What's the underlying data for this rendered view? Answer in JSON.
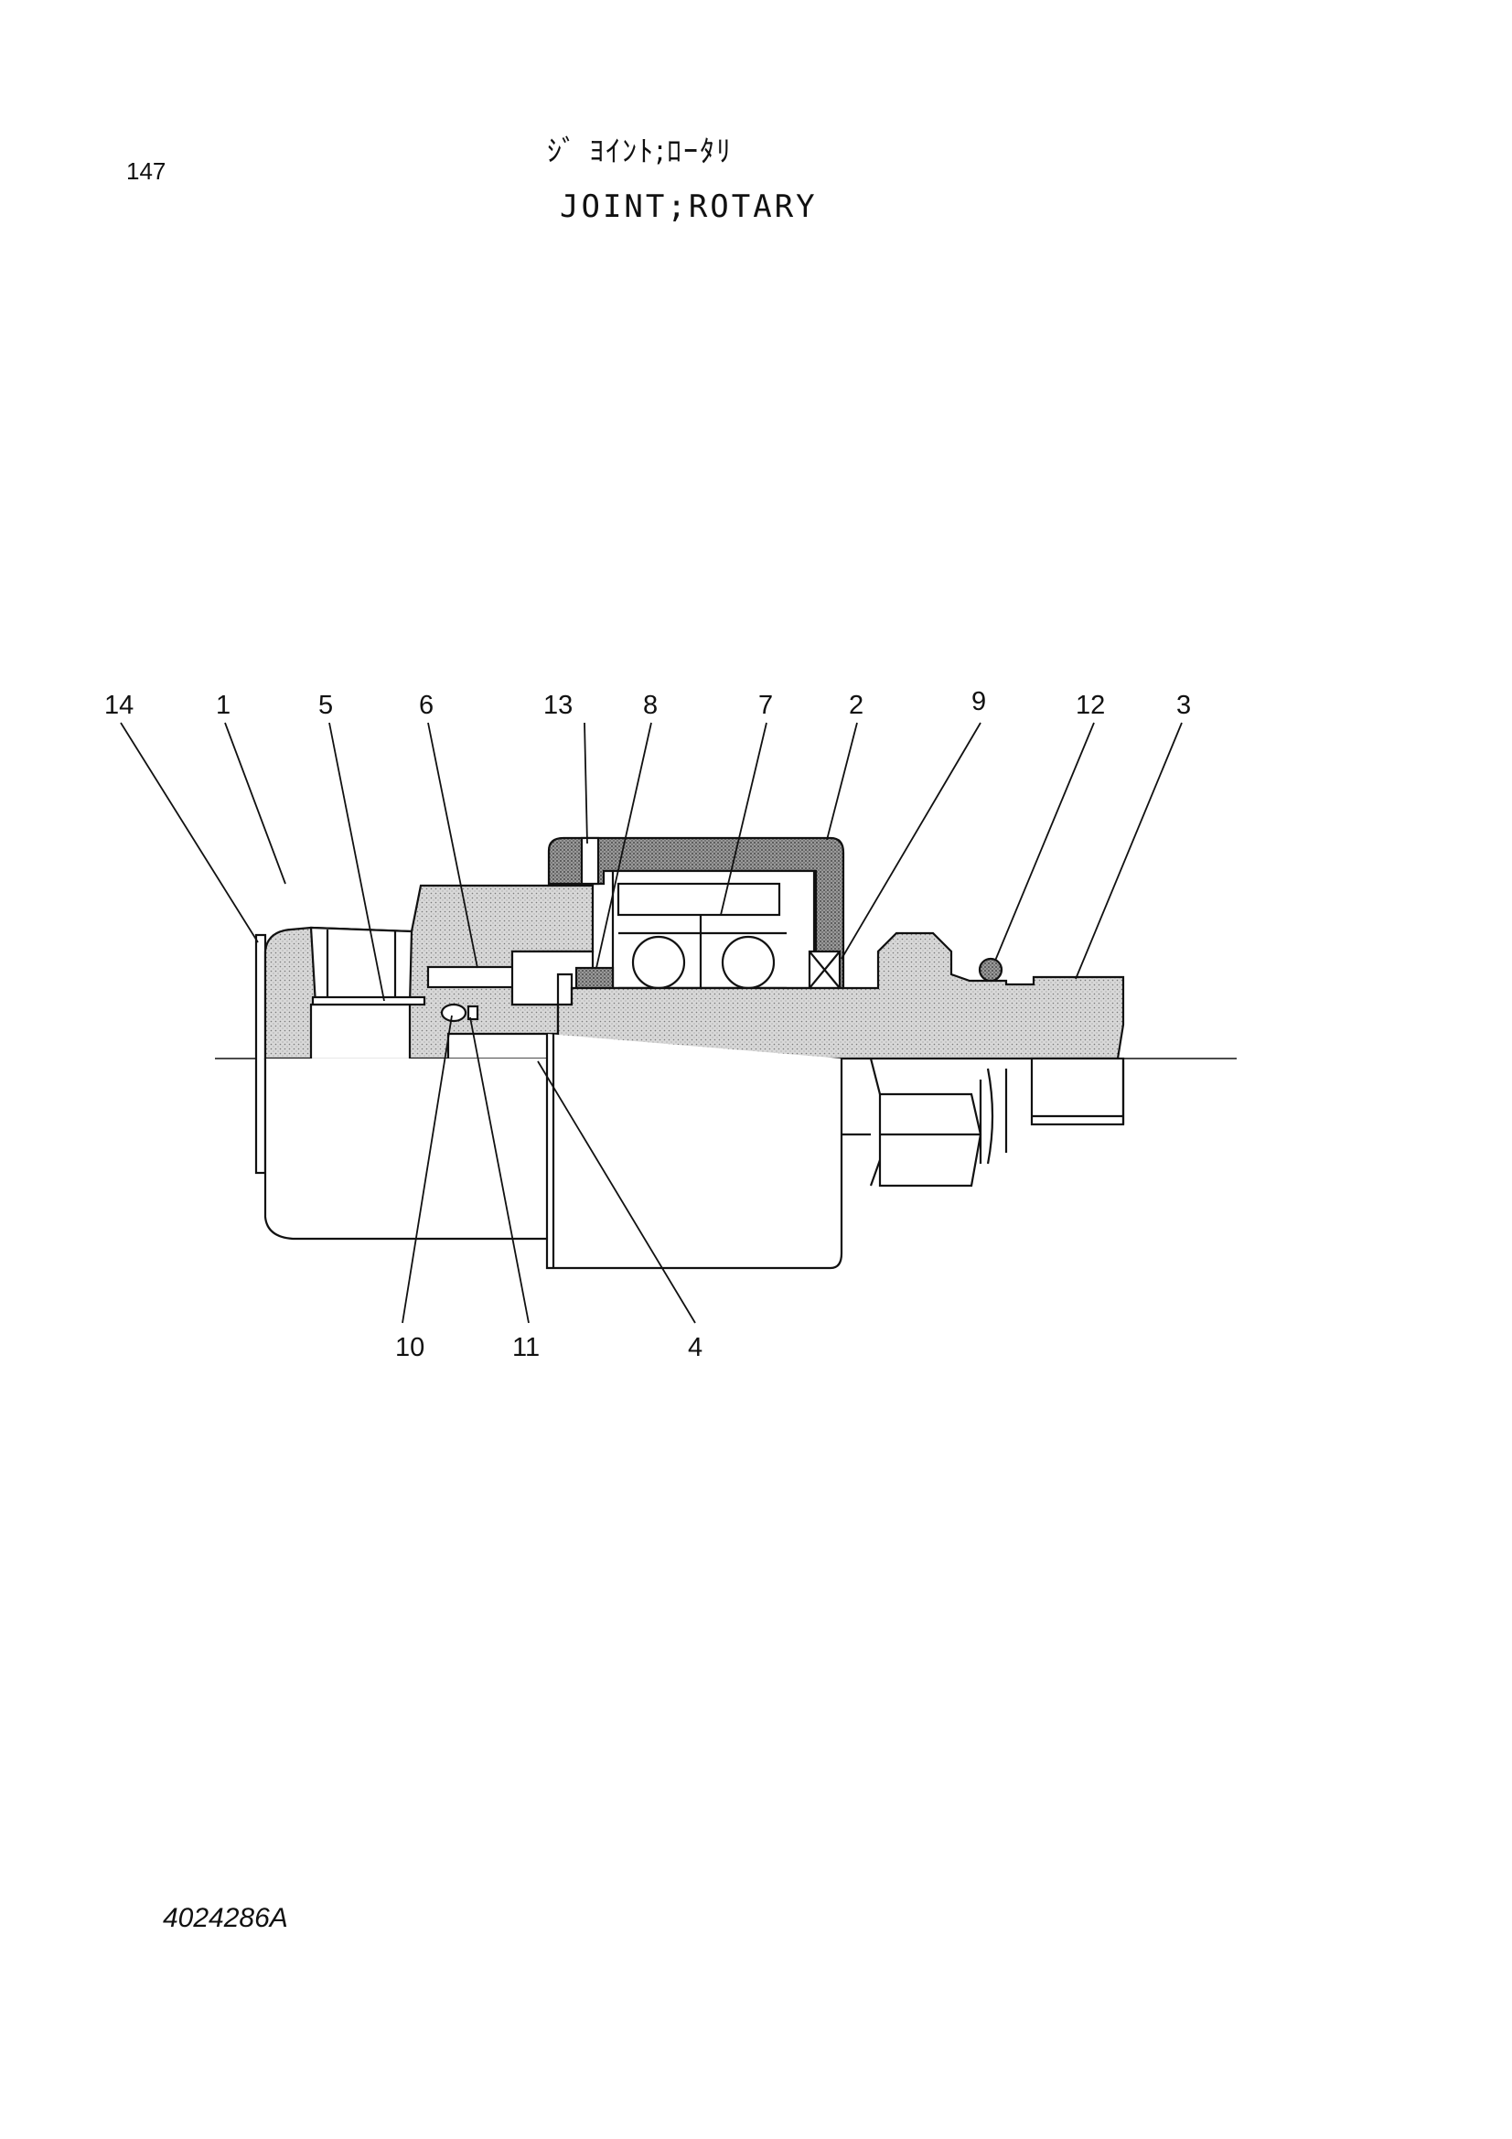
{
  "page_number": "147",
  "title_jp": "ｼﾞ ﾖｲﾝﾄ;ﾛｰﾀﾘ",
  "title_en": "JOINT;ROTARY",
  "drawing_number": "4024286A",
  "callouts": {
    "c14": "14",
    "c1": "1",
    "c5": "5",
    "c6": "6",
    "c13": "13",
    "c8": "8",
    "c7": "7",
    "c2": "2",
    "c9": "9",
    "c12": "12",
    "c3": "3",
    "c10": "10",
    "c11": "11",
    "c4": "4"
  }
}
